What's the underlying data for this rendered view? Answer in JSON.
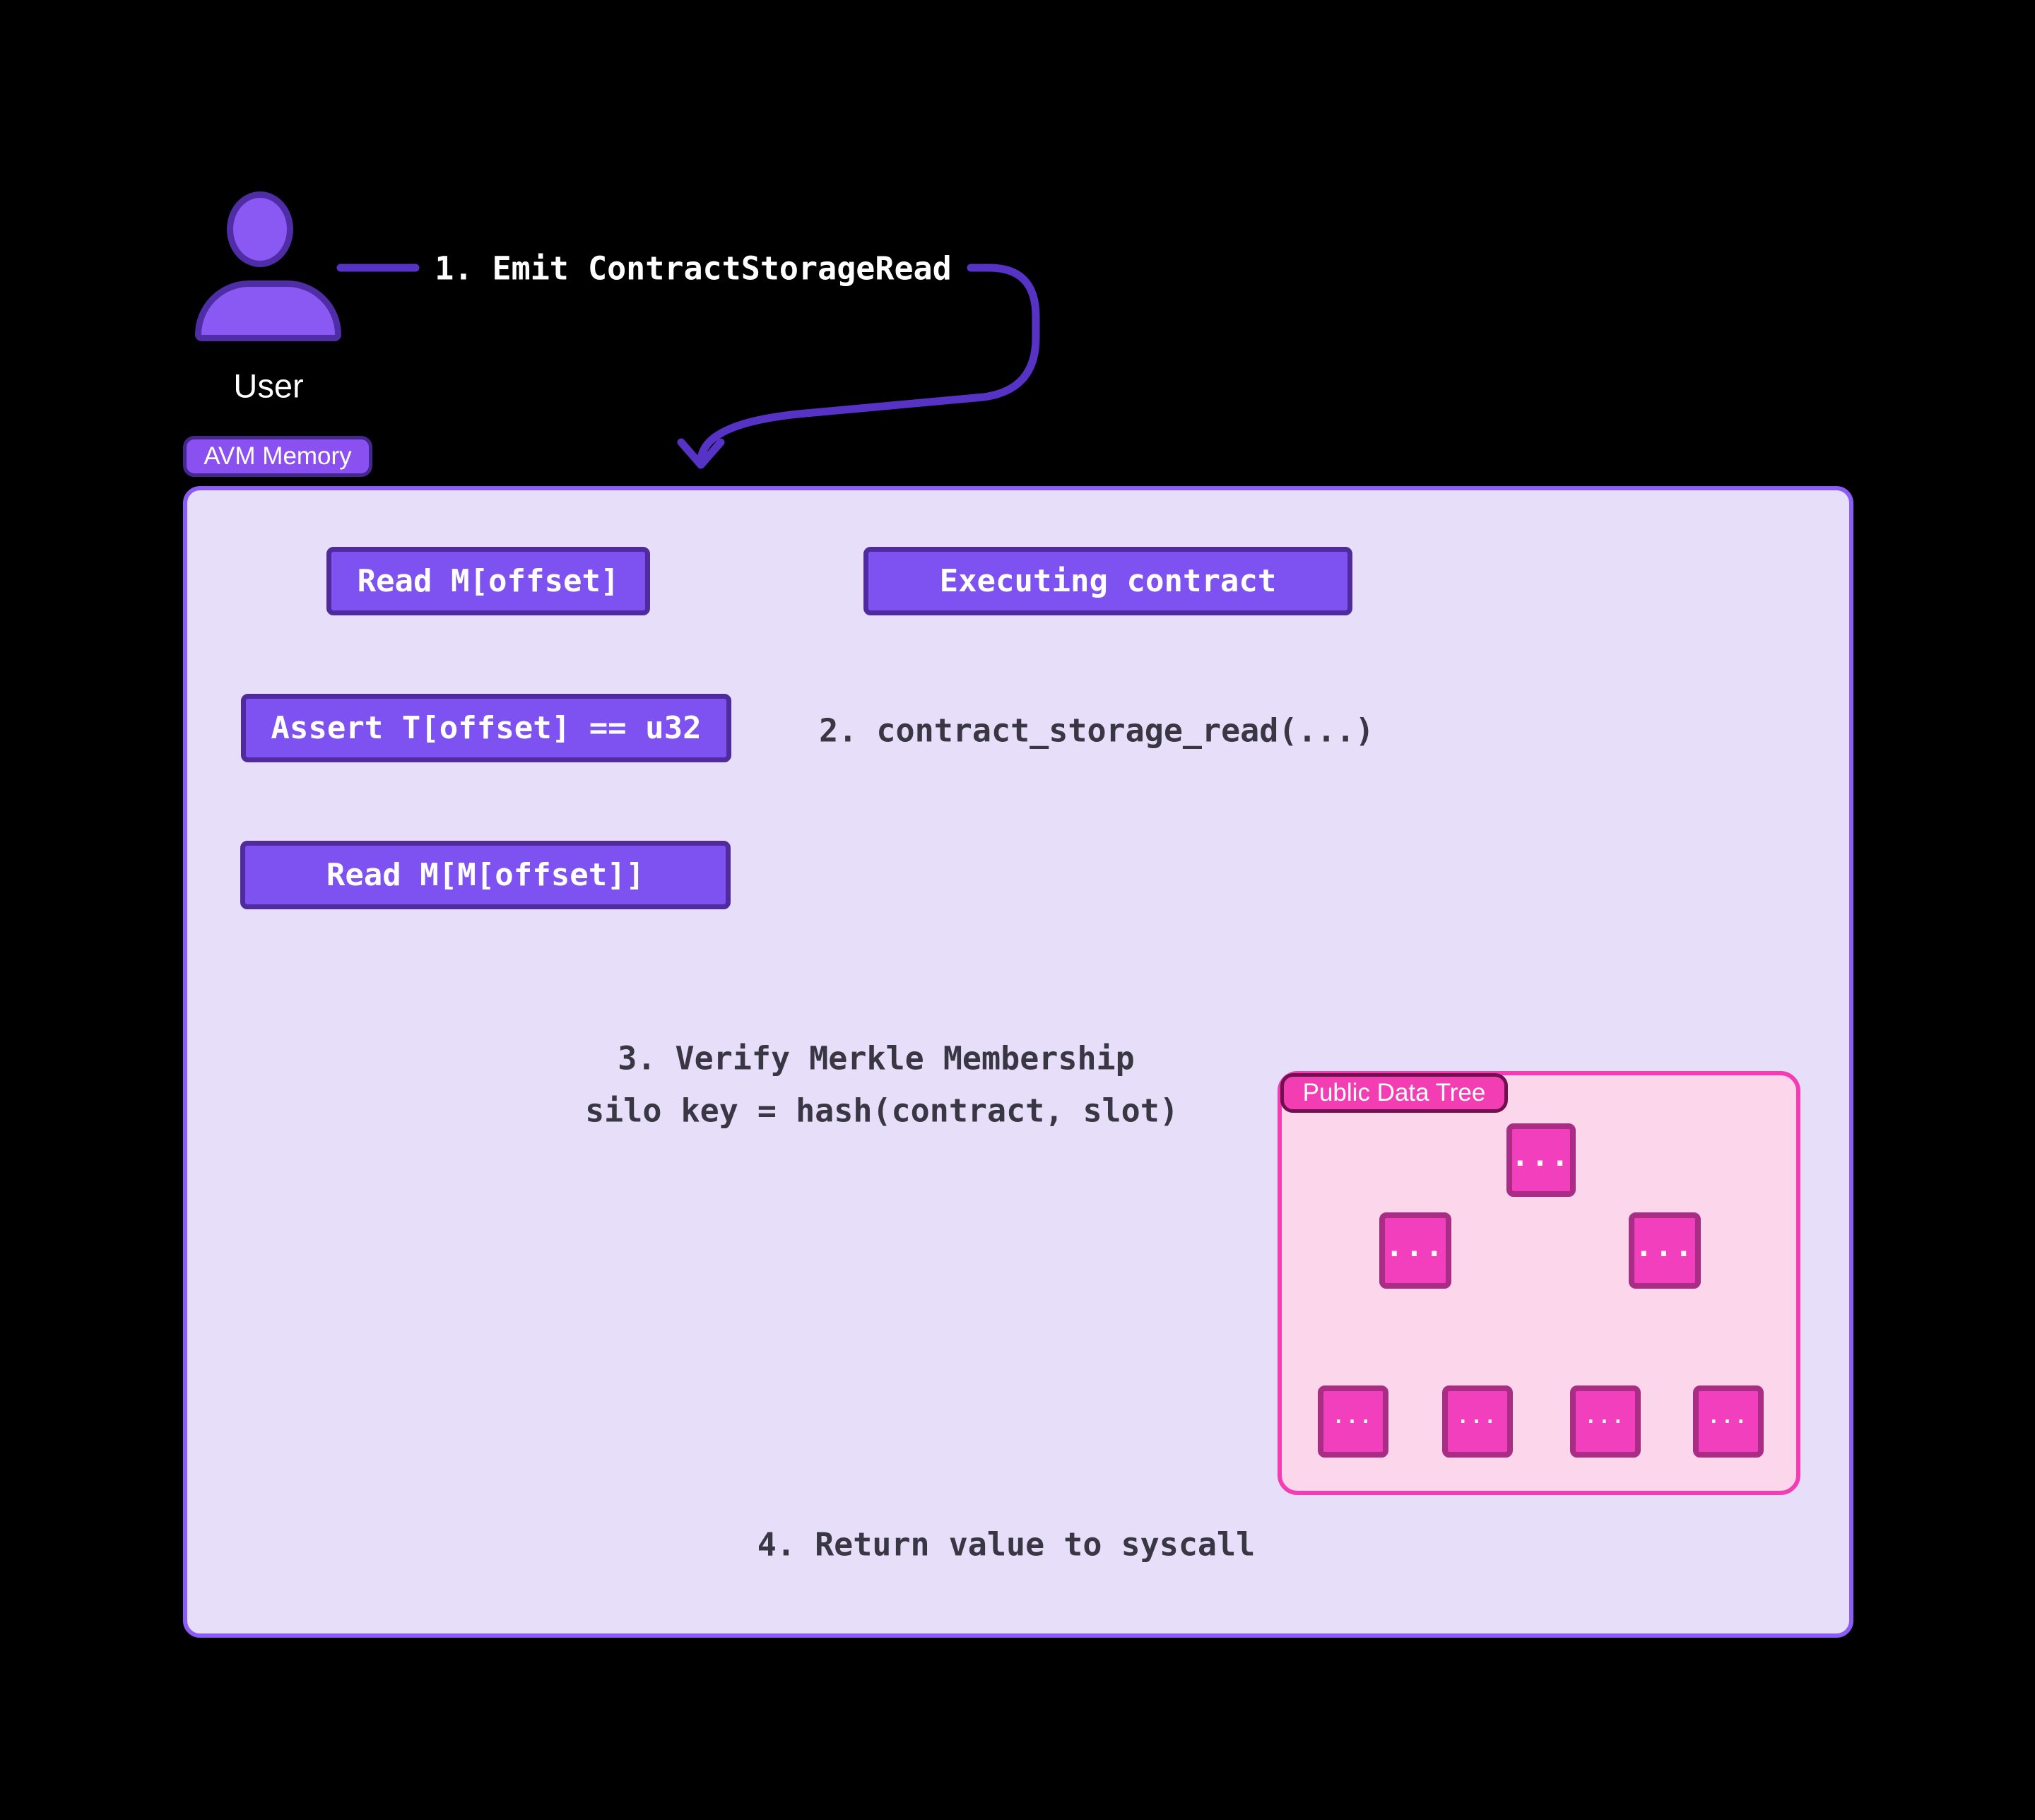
{
  "user": {
    "label": "User"
  },
  "steps": {
    "step1": "1. Emit ContractStorageRead",
    "step2": "2. contract_storage_read(...)",
    "step3_line1": "3. Verify Merkle Membership",
    "step3_line2": "silo key = hash(contract, slot)",
    "step4": "4. Return value to syscall"
  },
  "avm_memory": {
    "tag": "AVM Memory",
    "read_offset": "Read M[offset]",
    "assert_type": "Assert T[offset] == u32",
    "read_indirect": "Read M[M[offset]]",
    "executing_contract": "Executing contract"
  },
  "public_data_tree": {
    "tag": "Public Data Tree",
    "ellipsis": "..."
  },
  "colors": {
    "background": "#000000",
    "node_purple_fill": "#7d52f0",
    "node_purple_border": "#4f2b9e",
    "accent_purple": "#8b5cf6",
    "panel_fill": "#e7dff9",
    "arrow_violet_inside": "#4b28a6",
    "arrow_violet_outside": "#5633c4",
    "dark_text": "#3a3745",
    "tree_box_fill": "#fcd7ec",
    "tree_box_border": "#f23eb2",
    "tree_node_fill": "#f13fbe",
    "tree_node_border": "#a92c85"
  }
}
